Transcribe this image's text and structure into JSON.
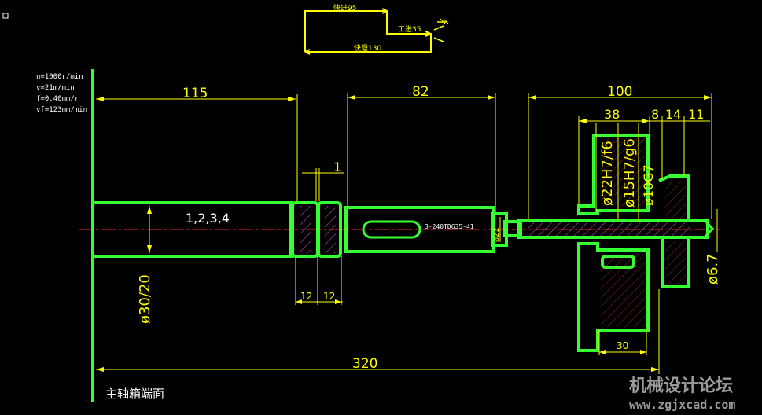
{
  "colors": {
    "background": "#000000",
    "part": "#33ff33",
    "dimension": "#ffff00",
    "center_line": "#ff2020",
    "text": "#ffffff",
    "hatch": "#cc44cc",
    "watermark": "#9a9a9a"
  },
  "cycle": {
    "rapid_in": "快进95",
    "work_feed": "工进35",
    "rapid_out": "快退130"
  },
  "params": [
    "n=1000r/min",
    "v=21m/min",
    "f=0.40mm/r",
    "vf=123mm/min"
  ],
  "dims": {
    "d115": "115",
    "d82": "82",
    "d100": "100",
    "d38": "38",
    "d8": "8",
    "d14": "14",
    "d11": "11",
    "d1": "1",
    "d12a": "12",
    "d12b": "12",
    "d30": "30",
    "d320": "320",
    "dia30": "ø30/20",
    "dia22": "ø22H7/f6",
    "dia15": "ø15H7/g6",
    "dia10": "ø10G7",
    "dia6": "ø6.7",
    "dia_small": "ø22"
  },
  "labels": {
    "tool_numbers": "1,2,3,4",
    "holder_code": "3-240TD635-41",
    "spindle_face": "主轴箱端面"
  },
  "watermark": {
    "line1": "机械设计论坛",
    "line2": "www.zgjxcad.com"
  }
}
